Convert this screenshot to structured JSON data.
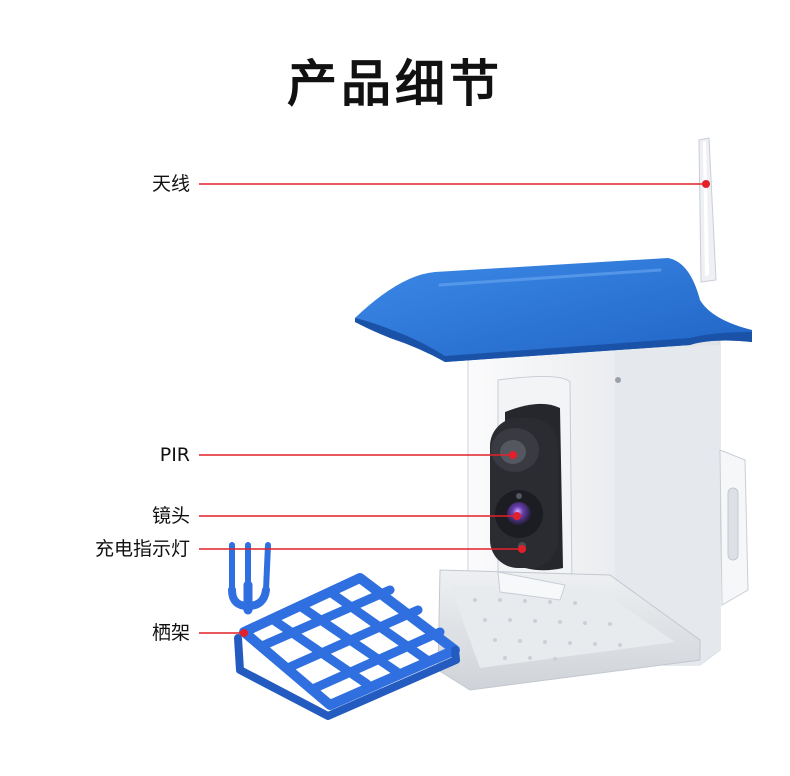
{
  "page": {
    "title": "产品细节"
  },
  "colors": {
    "accent_line": "#e3202a",
    "roof_blue": "#2f78d6",
    "perch_blue": "#2f6fe0",
    "body_white": "#f4f5f7"
  },
  "callouts": [
    {
      "id": "antenna",
      "label": "天线"
    },
    {
      "id": "pir",
      "label": "PIR"
    },
    {
      "id": "lens",
      "label": "镜头"
    },
    {
      "id": "charge-indicator",
      "label": "充电指示灯"
    },
    {
      "id": "perch",
      "label": "栖架"
    }
  ]
}
